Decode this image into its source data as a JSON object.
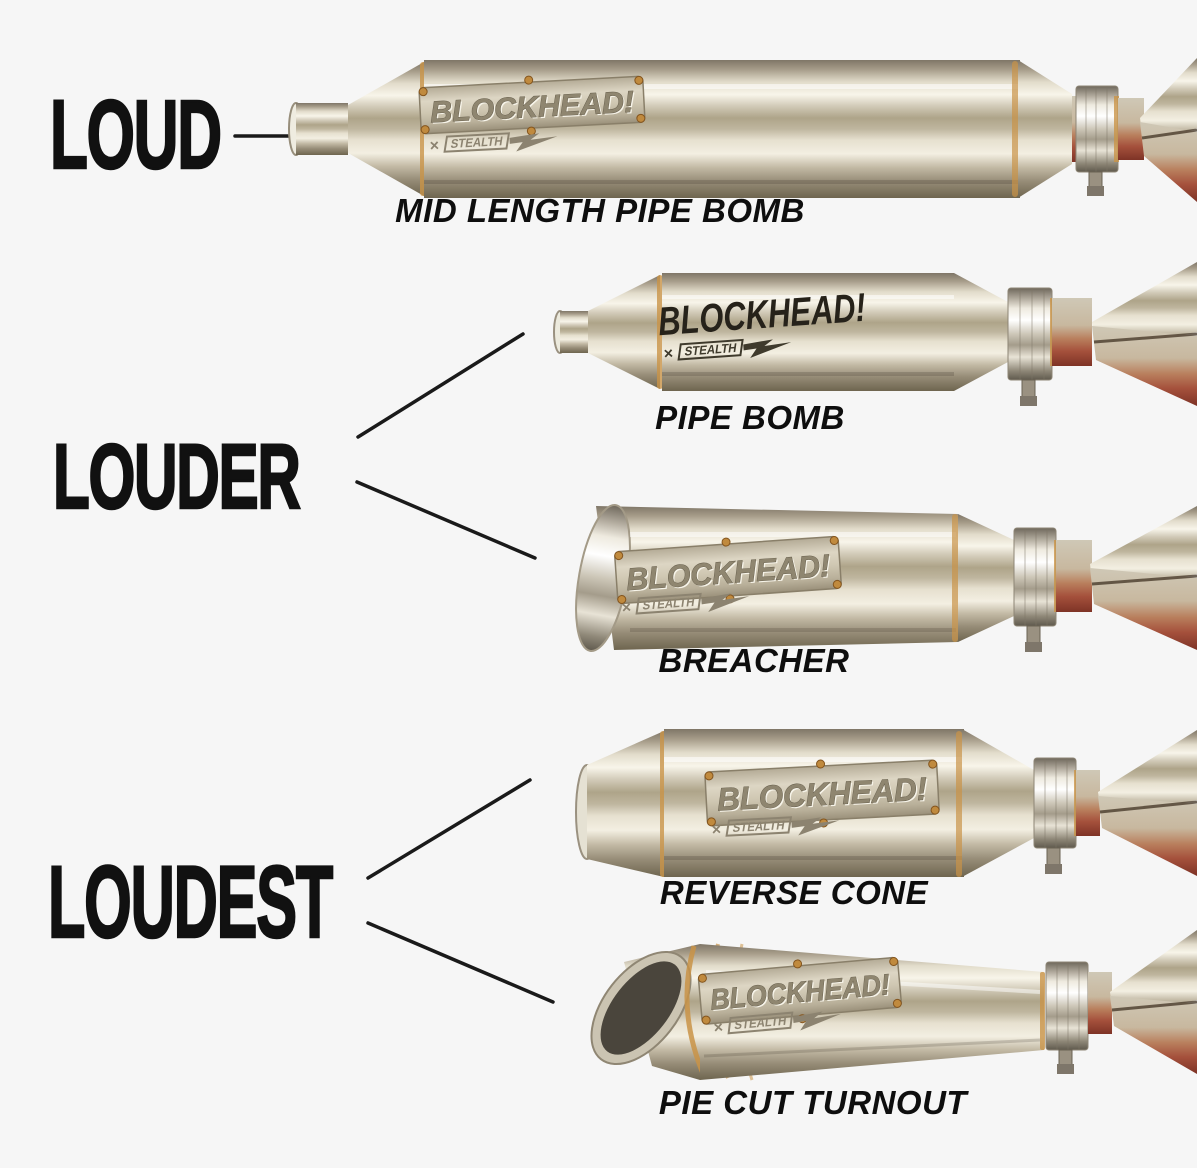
{
  "page": {
    "background": "#f6f6f6"
  },
  "brand": {
    "name": "BLOCKHEAD!",
    "collab_mark": "×",
    "collab": "STEALTH"
  },
  "groups": [
    {
      "label": "LOUD",
      "products": [
        "MID LENGTH PIPE BOMB"
      ]
    },
    {
      "label": "LOUDER",
      "products": [
        "PIPE BOMB",
        "BREACHER"
      ]
    },
    {
      "label": "LOUDEST",
      "products": [
        "REVERSE CONE",
        "PIE CUT TURNOUT"
      ]
    }
  ],
  "colors": {
    "label_text": "#111111",
    "caption_text": "#0e0e0e",
    "connector": "#1a1a1a",
    "steel_highlight": "#f8f5ea",
    "steel_shadow": "#6e654f",
    "weld_gold": "#c99347",
    "heat_red": "#a5513c"
  }
}
